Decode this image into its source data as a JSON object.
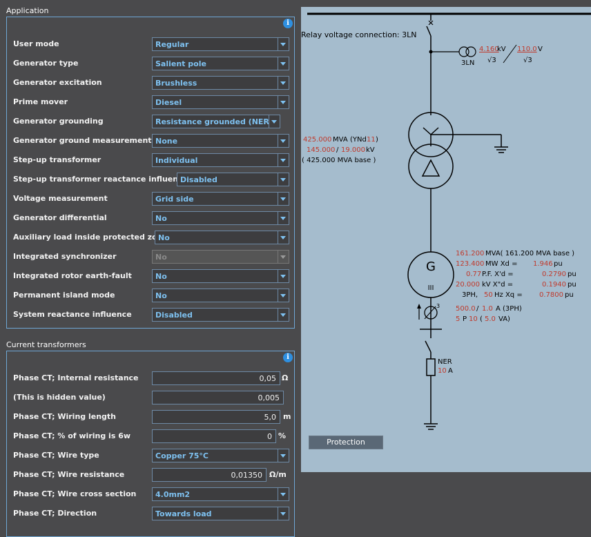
{
  "application": {
    "title": "Application",
    "rows": [
      {
        "label": "User mode",
        "value": "Regular"
      },
      {
        "label": "Generator type",
        "value": "Salient pole"
      },
      {
        "label": "Generator excitation",
        "value": "Brushless"
      },
      {
        "label": "Prime mover",
        "value": "Diesel"
      },
      {
        "label": "Generator grounding",
        "value": "Resistance grounded (NER)"
      },
      {
        "label": "Generator ground measurement",
        "value": "None"
      },
      {
        "label": "Step-up transformer",
        "value": "Individual"
      },
      {
        "label": "Step-up transformer reactance influence",
        "value": "Disabled"
      },
      {
        "label": "Voltage measurement",
        "value": "Grid side"
      },
      {
        "label": "Generator differential",
        "value": "No"
      },
      {
        "label": "Auxiliary load inside protected zone",
        "value": "No"
      },
      {
        "label": "Integrated synchronizer",
        "value": "No",
        "disabled": true
      },
      {
        "label": "Integrated rotor earth-fault",
        "value": "No"
      },
      {
        "label": "Permanent island mode",
        "value": "No"
      },
      {
        "label": "System reactance influence",
        "value": "Disabled"
      }
    ]
  },
  "ct": {
    "title": "Current transformers",
    "internal_resistance": {
      "label": "Phase CT; Internal resistance",
      "value": "0,05",
      "unit": "Ω"
    },
    "hidden_value": {
      "label": "(This is hidden value)",
      "value": "0,005"
    },
    "wiring_length": {
      "label": "Phase CT; Wiring length",
      "value": "5,0",
      "unit": "m"
    },
    "wiring_6w": {
      "label": "Phase CT; % of wiring is 6w",
      "value": "0",
      "unit": "%"
    },
    "wire_type": {
      "label": "Phase CT; Wire type",
      "value": "Copper 75°C"
    },
    "wire_resistance": {
      "label": "Phase CT; Wire resistance",
      "value": "0,01350",
      "unit": "Ω/m"
    },
    "wire_cross_section": {
      "label": "Phase CT; Wire cross section",
      "value": "4.0mm2"
    },
    "direction": {
      "label": "Phase CT; Direction",
      "value": "Towards load"
    }
  },
  "diagram": {
    "relay_connection": "Relay voltage connection: 3LN",
    "vt": {
      "label": "3LN",
      "primary": "4.160",
      "primary_unit": "kV",
      "secondary": "110.0",
      "secondary_unit": "V",
      "sqrt": "√3"
    },
    "transformer": {
      "mva": "425.000",
      "mva_unit": "MVA",
      "vector_group": "(YNd",
      "vector_num": "11",
      "paren_close": ")",
      "hv": "145.000",
      "slash": "/",
      "lv": "19.000",
      "kv_unit": "kV",
      "base": "( 425.000 MVA base )"
    },
    "generator": {
      "symbol": "G",
      "phases_mark": "III",
      "mva": "161.200",
      "mva_text": "MVA( 161.200 MVA base )",
      "mw": "123.400",
      "mw_text": "MW  Xd =",
      "xd": "1.946",
      "pu": "pu",
      "pf": "0.77",
      "pf_text": "P.F.     X'd =",
      "xd1": "0.2790",
      "kv": "20.000",
      "kv_text": "kV     X\"d =",
      "xd2": "0.1940",
      "phase_text": "3PH,",
      "hz": "50",
      "hz_text": "Hz  Xq =",
      "xq": "0.7800"
    },
    "ct": {
      "ratio_primary": "500.0",
      "ratio_sep": "/",
      "ratio_secondary": "1.0",
      "ratio_text": "A (3PH)",
      "class_p": "5",
      "class_p_text": "P",
      "class_alf": "10",
      "class_va_open": "(",
      "class_va": "5.0",
      "class_va_text": "VA)",
      "burden_num": "3"
    },
    "ner": {
      "label": "NER",
      "value": "10",
      "unit": "A"
    }
  },
  "protection_button": "Protection",
  "colors": {
    "value_red": "#c0392b",
    "accent_blue": "#7ec1f0",
    "diagram_bg": "#a5bccd",
    "info": "#2e8fe0"
  }
}
